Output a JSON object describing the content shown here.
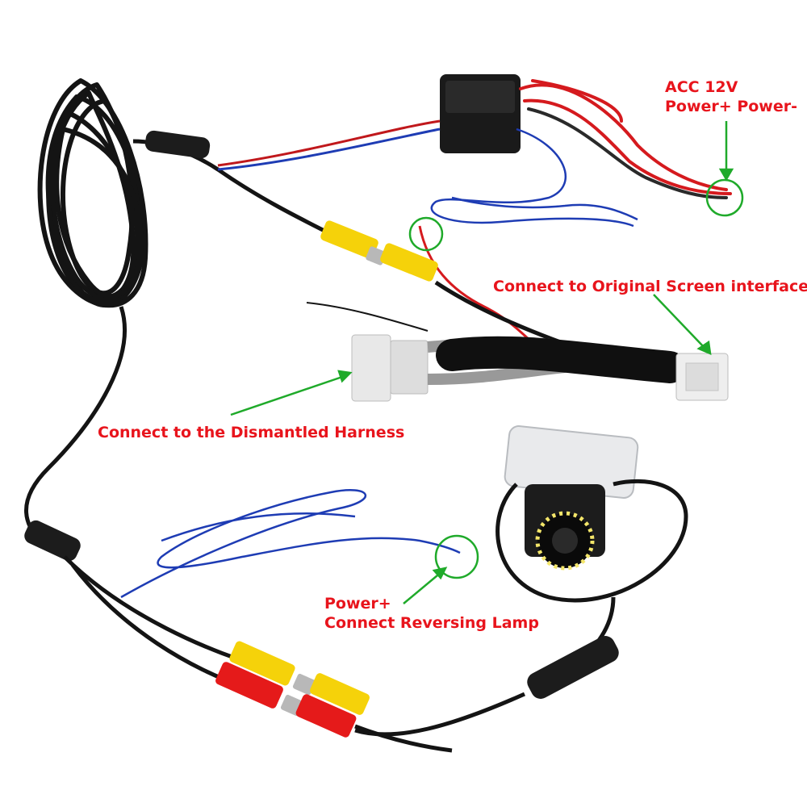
{
  "annotations": {
    "acc": {
      "line1": "ACC 12V",
      "line2": "Power+ Power-"
    },
    "original_screen": {
      "text": "Connect to Original Screen interface"
    },
    "dismantled_harness": {
      "text": "Connect to the Dismantled Harness"
    },
    "reversing_lamp": {
      "line1": "Power+",
      "line2": "Connect Reversing Lamp"
    }
  },
  "colors": {
    "label_text": "#e8141c",
    "pointer": "#1faa2a",
    "cable": "#141414",
    "rca_yellow": "#f5d20a",
    "rca_red": "#e51a1a",
    "wire_red": "#d51a1e",
    "wire_blue": "#1e3cb4",
    "connector_white": "#e8e8e8"
  }
}
